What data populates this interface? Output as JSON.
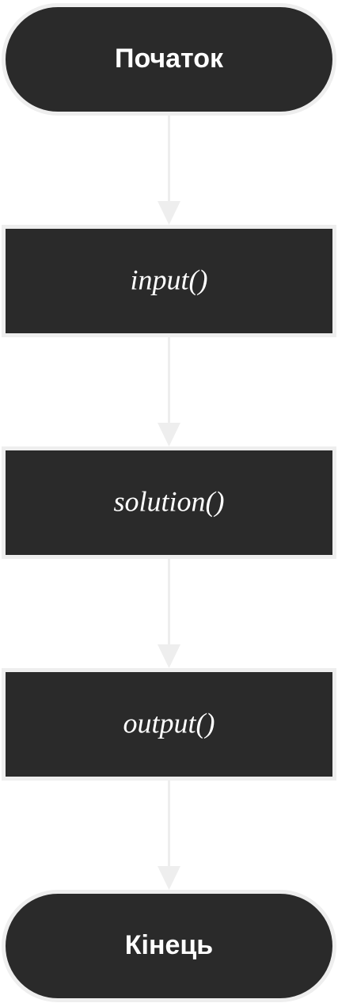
{
  "flowchart": {
    "start_label": "Початок",
    "steps": [
      {
        "label": "input()"
      },
      {
        "label": "solution()"
      },
      {
        "label": "output()"
      }
    ],
    "end_label": "Кінець"
  },
  "colors": {
    "node_fill": "#2a2a2a",
    "node_border": "#eeeeee",
    "connector": "#eeeeee",
    "text": "#ffffff"
  }
}
